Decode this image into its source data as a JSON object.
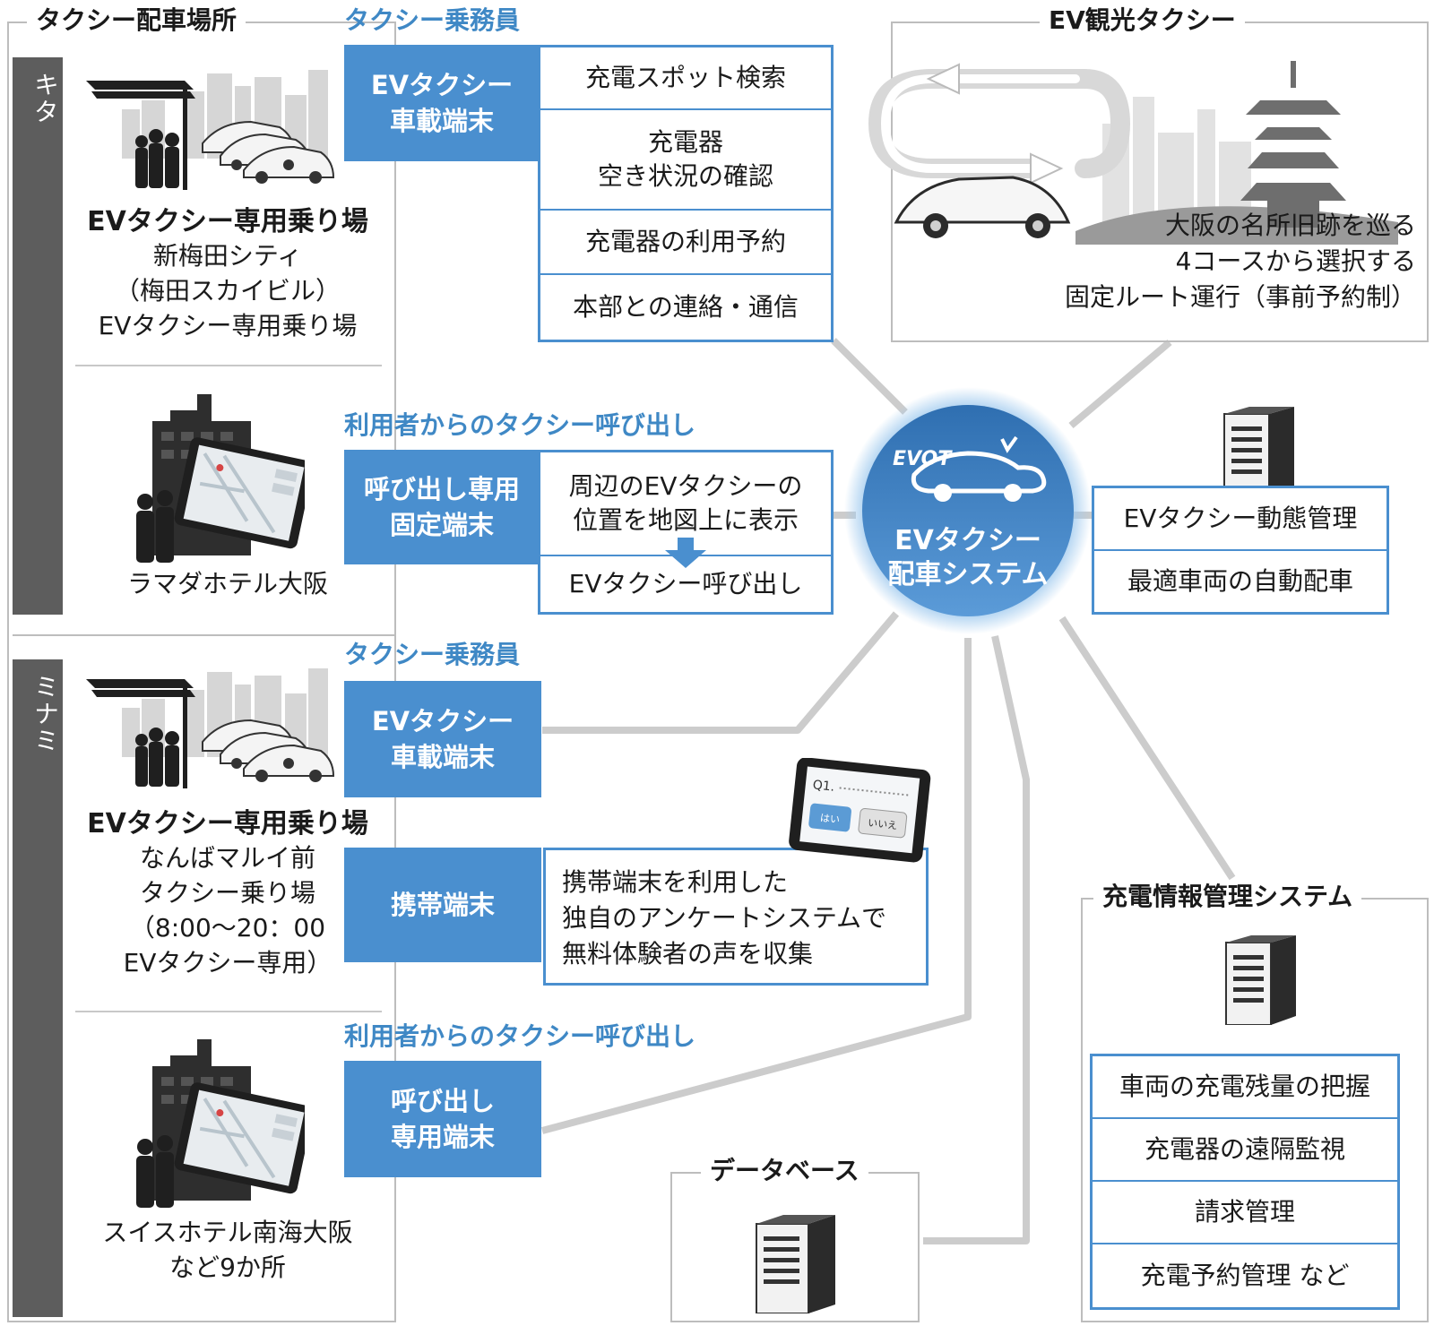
{
  "sections": {
    "dispatch_locations": "タクシー配車場所",
    "ev_tourism": "EV観光タクシー",
    "charging_system": "充電情報管理システム",
    "database": "データベース"
  },
  "regions": {
    "kita": "キタ",
    "minami": "ミナミ"
  },
  "groups": {
    "driver_1": "タクシー乗務員",
    "call_1": "利用者からのタクシー呼び出し",
    "driver_2": "タクシー乗務員",
    "call_2": "利用者からのタクシー呼び出し"
  },
  "venues": {
    "umeda_title": "EVタクシー専用乗り場",
    "umeda_text": "新梅田シティ\n（梅田スカイビル）\nEVタクシー専用乗り場",
    "ramada": "ラマダホテル大阪",
    "namba_title": "EVタクシー専用乗り場",
    "namba_text": "なんばマルイ前\nタクシー乗り場\n（8:00〜20：00\nEVタクシー専用）",
    "swiss": "スイスホテル南海大阪\nなど9か所"
  },
  "terminals": {
    "vehicle_1": "EVタクシー\n車載端末",
    "call_fixed": "呼び出し専用\n固定端末",
    "vehicle_2": "EVタクシー\n車載端末",
    "mobile": "携帯端末",
    "call_dedicated": "呼び出し\n専用端末"
  },
  "vehicle_features": [
    "充電スポット検索",
    "充電器\n空き状況の確認",
    "充電器の利用予約",
    "本部との連絡・通信"
  ],
  "call_features": {
    "map": "周辺のEVタクシーの\n位置を地図上に表示",
    "call": "EVタクシー呼び出し"
  },
  "mobile_feature": "携帯端末を利用した\n独自のアンケートシステムで\n無料体験者の声を収集",
  "survey": {
    "q": "Q1.",
    "yes": "はい",
    "no": "いいえ"
  },
  "tourism_text": "大阪の名所旧跡を巡る\n4コースから選択する\n固定ルート運行（事前予約制）",
  "hub": {
    "logo": "EVOT",
    "label": "EVタクシー\n配車システム"
  },
  "system_features": [
    "EVタクシー動態管理",
    "最適車両の自動配車"
  ],
  "charging_features": [
    "車両の充電残量の把握",
    "充電器の遠隔監視",
    "請求管理",
    "充電予約管理 など"
  ],
  "colors": {
    "accent": "#4a8fcf",
    "accent_text": "#3f88c5",
    "sidebar": "#5d5d5d",
    "frame": "#bdbdbd",
    "link": "#cccccc"
  }
}
